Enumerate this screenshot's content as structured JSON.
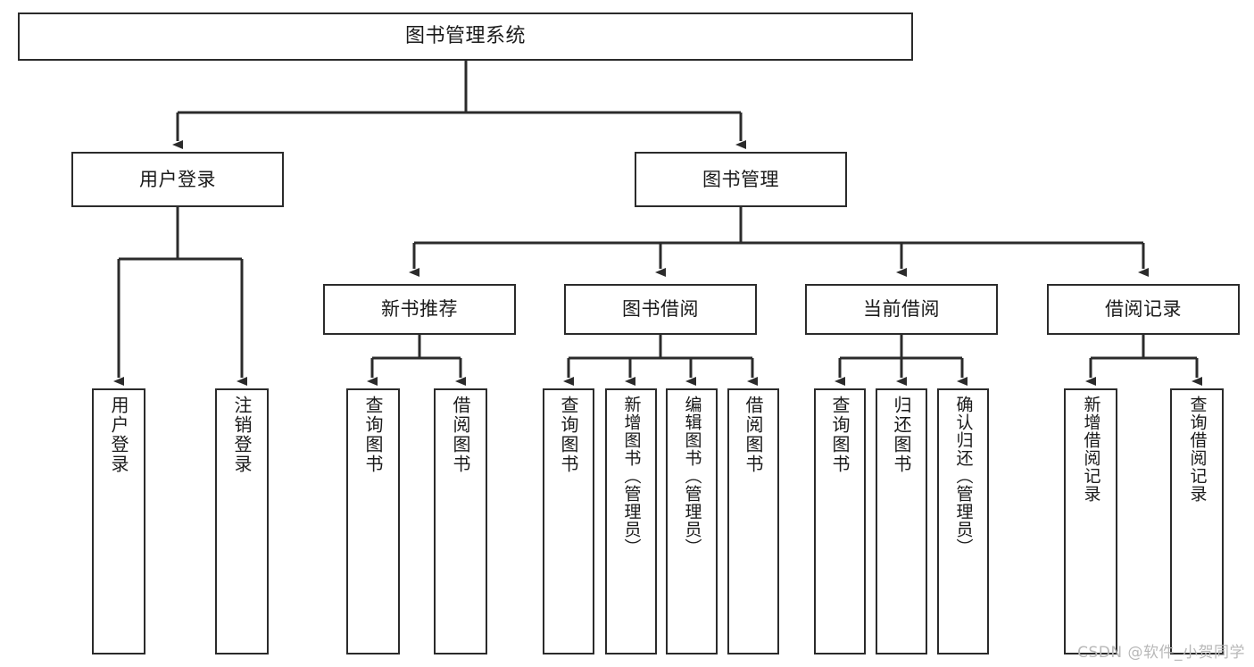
{
  "diagram": {
    "title": "图书管理系统",
    "type": "tree-hierarchy-chart",
    "colors": {
      "box_border": "#2b2b2b",
      "box_fill": "#ffffff",
      "edge": "#2b2b2b",
      "text": "#1a1a1a",
      "watermark": "#b8b8b8"
    },
    "root": {
      "label": "图书管理系统"
    },
    "level2": [
      {
        "label": "用户登录"
      },
      {
        "label": "图书管理"
      }
    ],
    "level3": [
      {
        "label": "新书推荐"
      },
      {
        "label": "图书借阅"
      },
      {
        "label": "当前借阅"
      },
      {
        "label": "借阅记录"
      }
    ],
    "leaves": {
      "user_login": [
        {
          "label": "用户登录"
        },
        {
          "label": "注销登录"
        }
      ],
      "new_book_recommend": [
        {
          "label": "查询图书"
        },
        {
          "label": "借阅图书"
        }
      ],
      "book_borrow": [
        {
          "label": "查询图书"
        },
        {
          "label": "新增图书（管理员）"
        },
        {
          "label": "编辑图书（管理员）"
        },
        {
          "label": "借阅图书"
        }
      ],
      "current_borrow": [
        {
          "label": "查询图书"
        },
        {
          "label": "归还图书"
        },
        {
          "label": "确认归还（管理员）"
        }
      ],
      "borrow_record": [
        {
          "label": "新增借阅记录"
        },
        {
          "label": "查询借阅记录"
        }
      ]
    }
  },
  "watermark": {
    "text": "CSDN @软件_小贺同学"
  }
}
